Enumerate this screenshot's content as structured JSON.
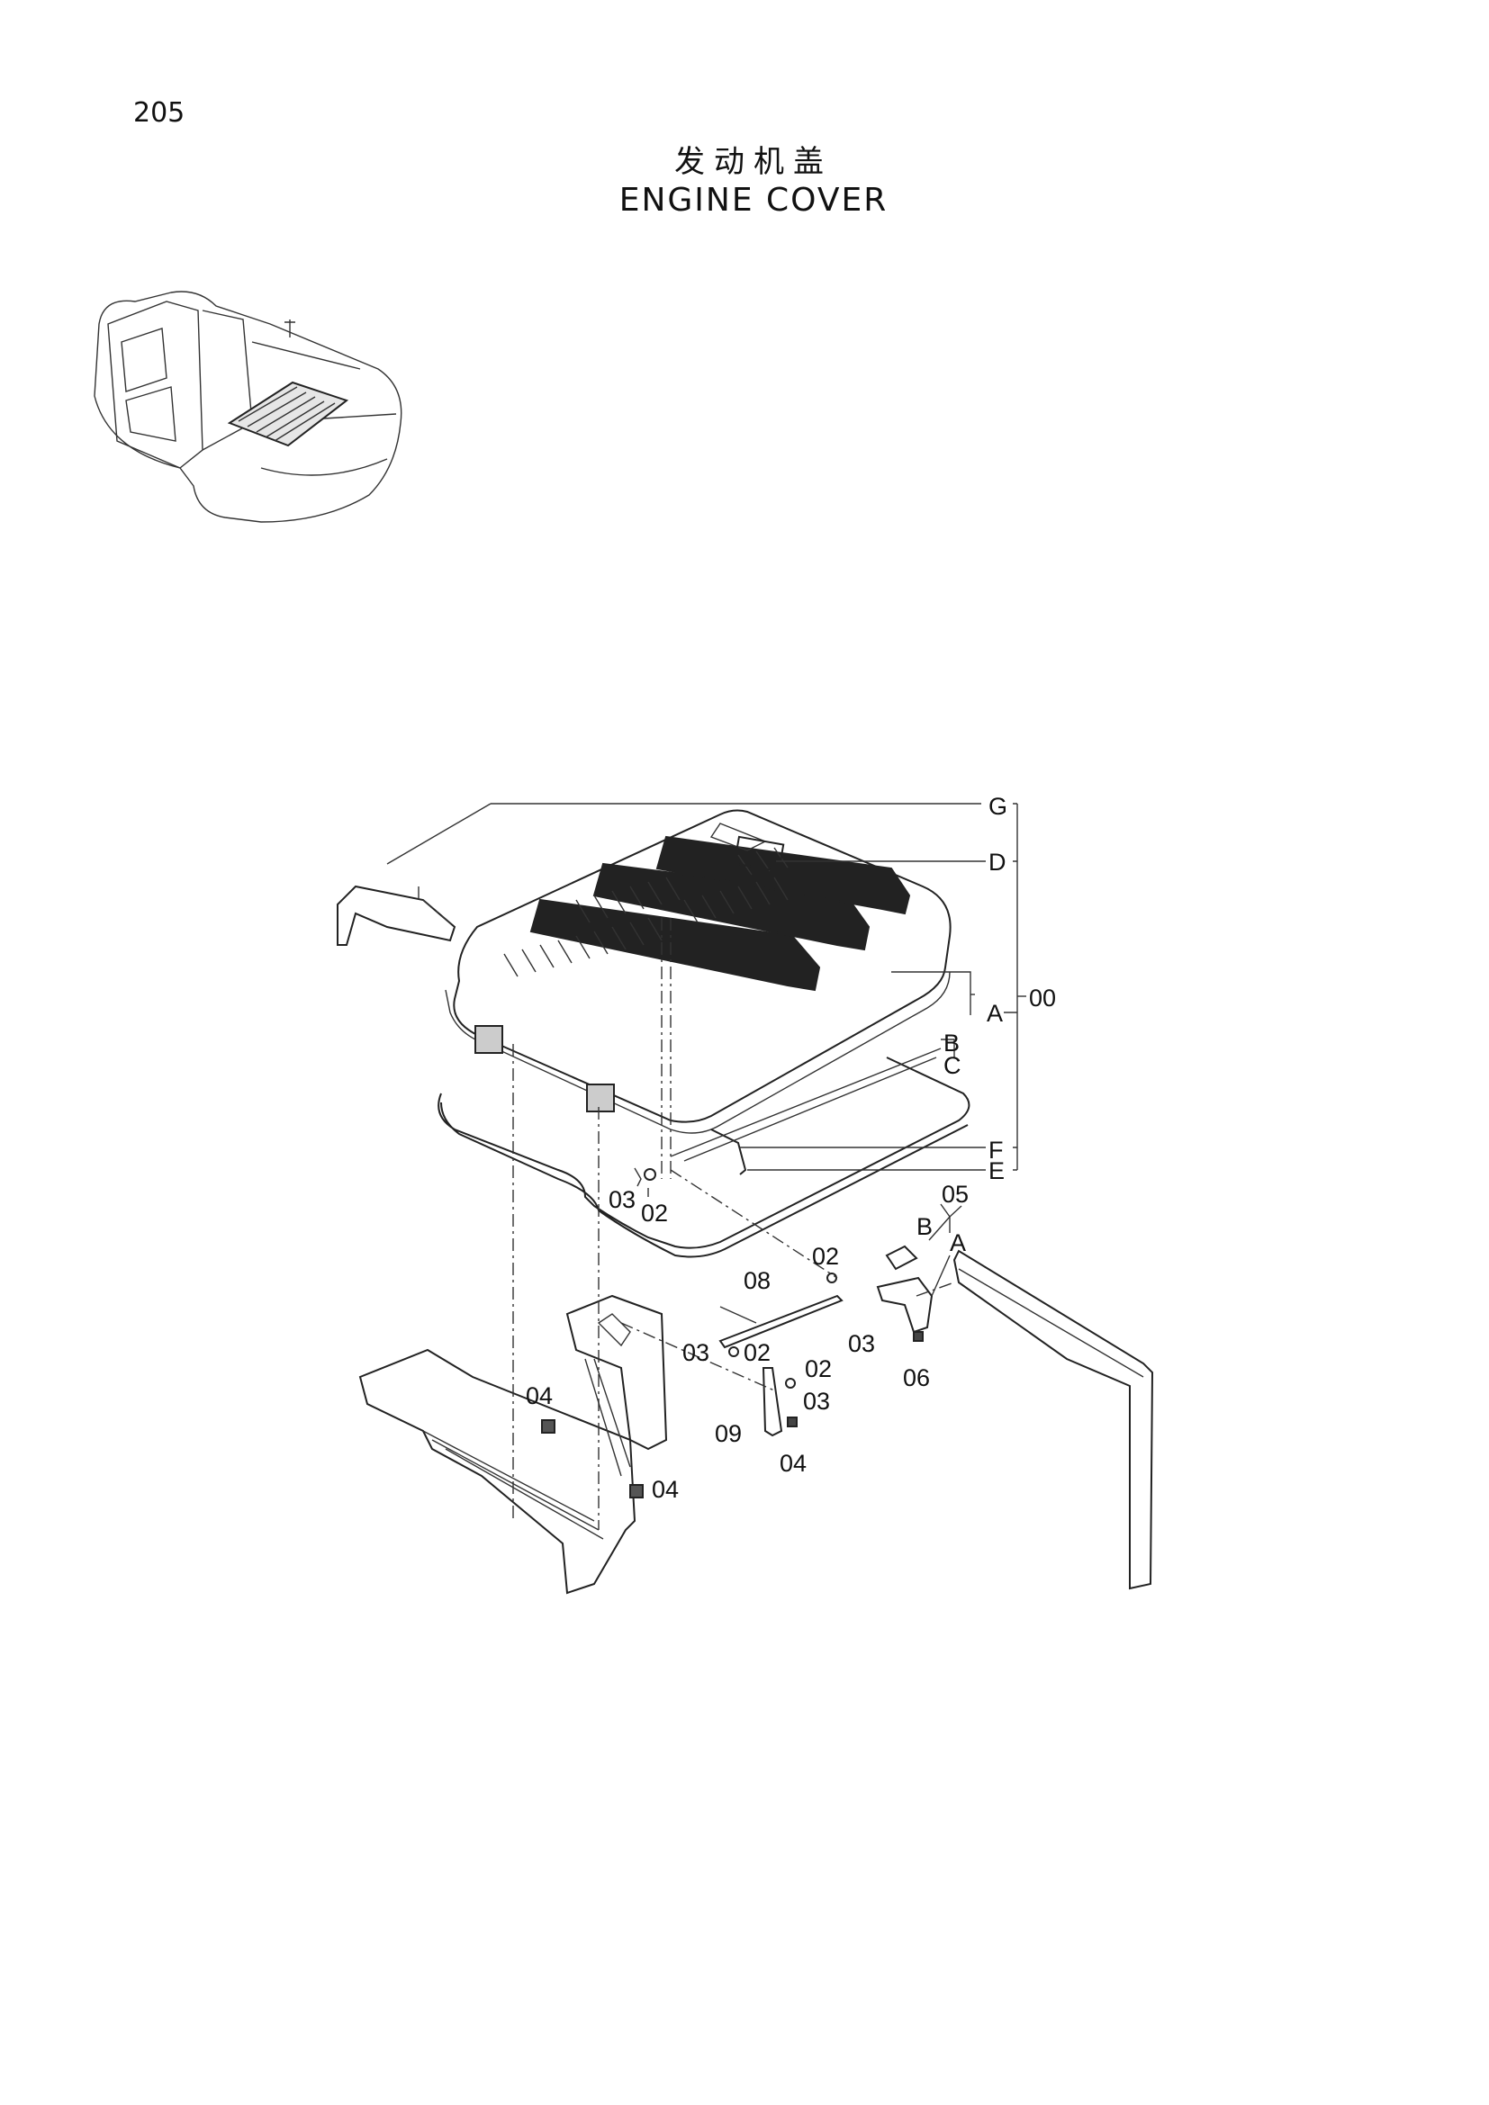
{
  "page_number": "205",
  "title_cn": "发动机盖",
  "title_en": "ENGINE COVER",
  "callouts": {
    "G": "G",
    "D": "D",
    "A_top": "A",
    "assy_00": "00",
    "B_top": "B",
    "C": "C",
    "F": "F",
    "E": "E",
    "p03_left": "03",
    "p02_left": "02",
    "p05": "05",
    "B_bracket": "B",
    "A_bracket": "A",
    "p02_mid": "02",
    "p08": "08",
    "p03_mid": "03",
    "p03_rod": "03",
    "p02_rod": "02",
    "p02_stay": "02",
    "p03_stay": "03",
    "p06": "06",
    "p04_left": "04",
    "p09": "09",
    "p04_mid": "04",
    "p04_bottom": "04"
  }
}
